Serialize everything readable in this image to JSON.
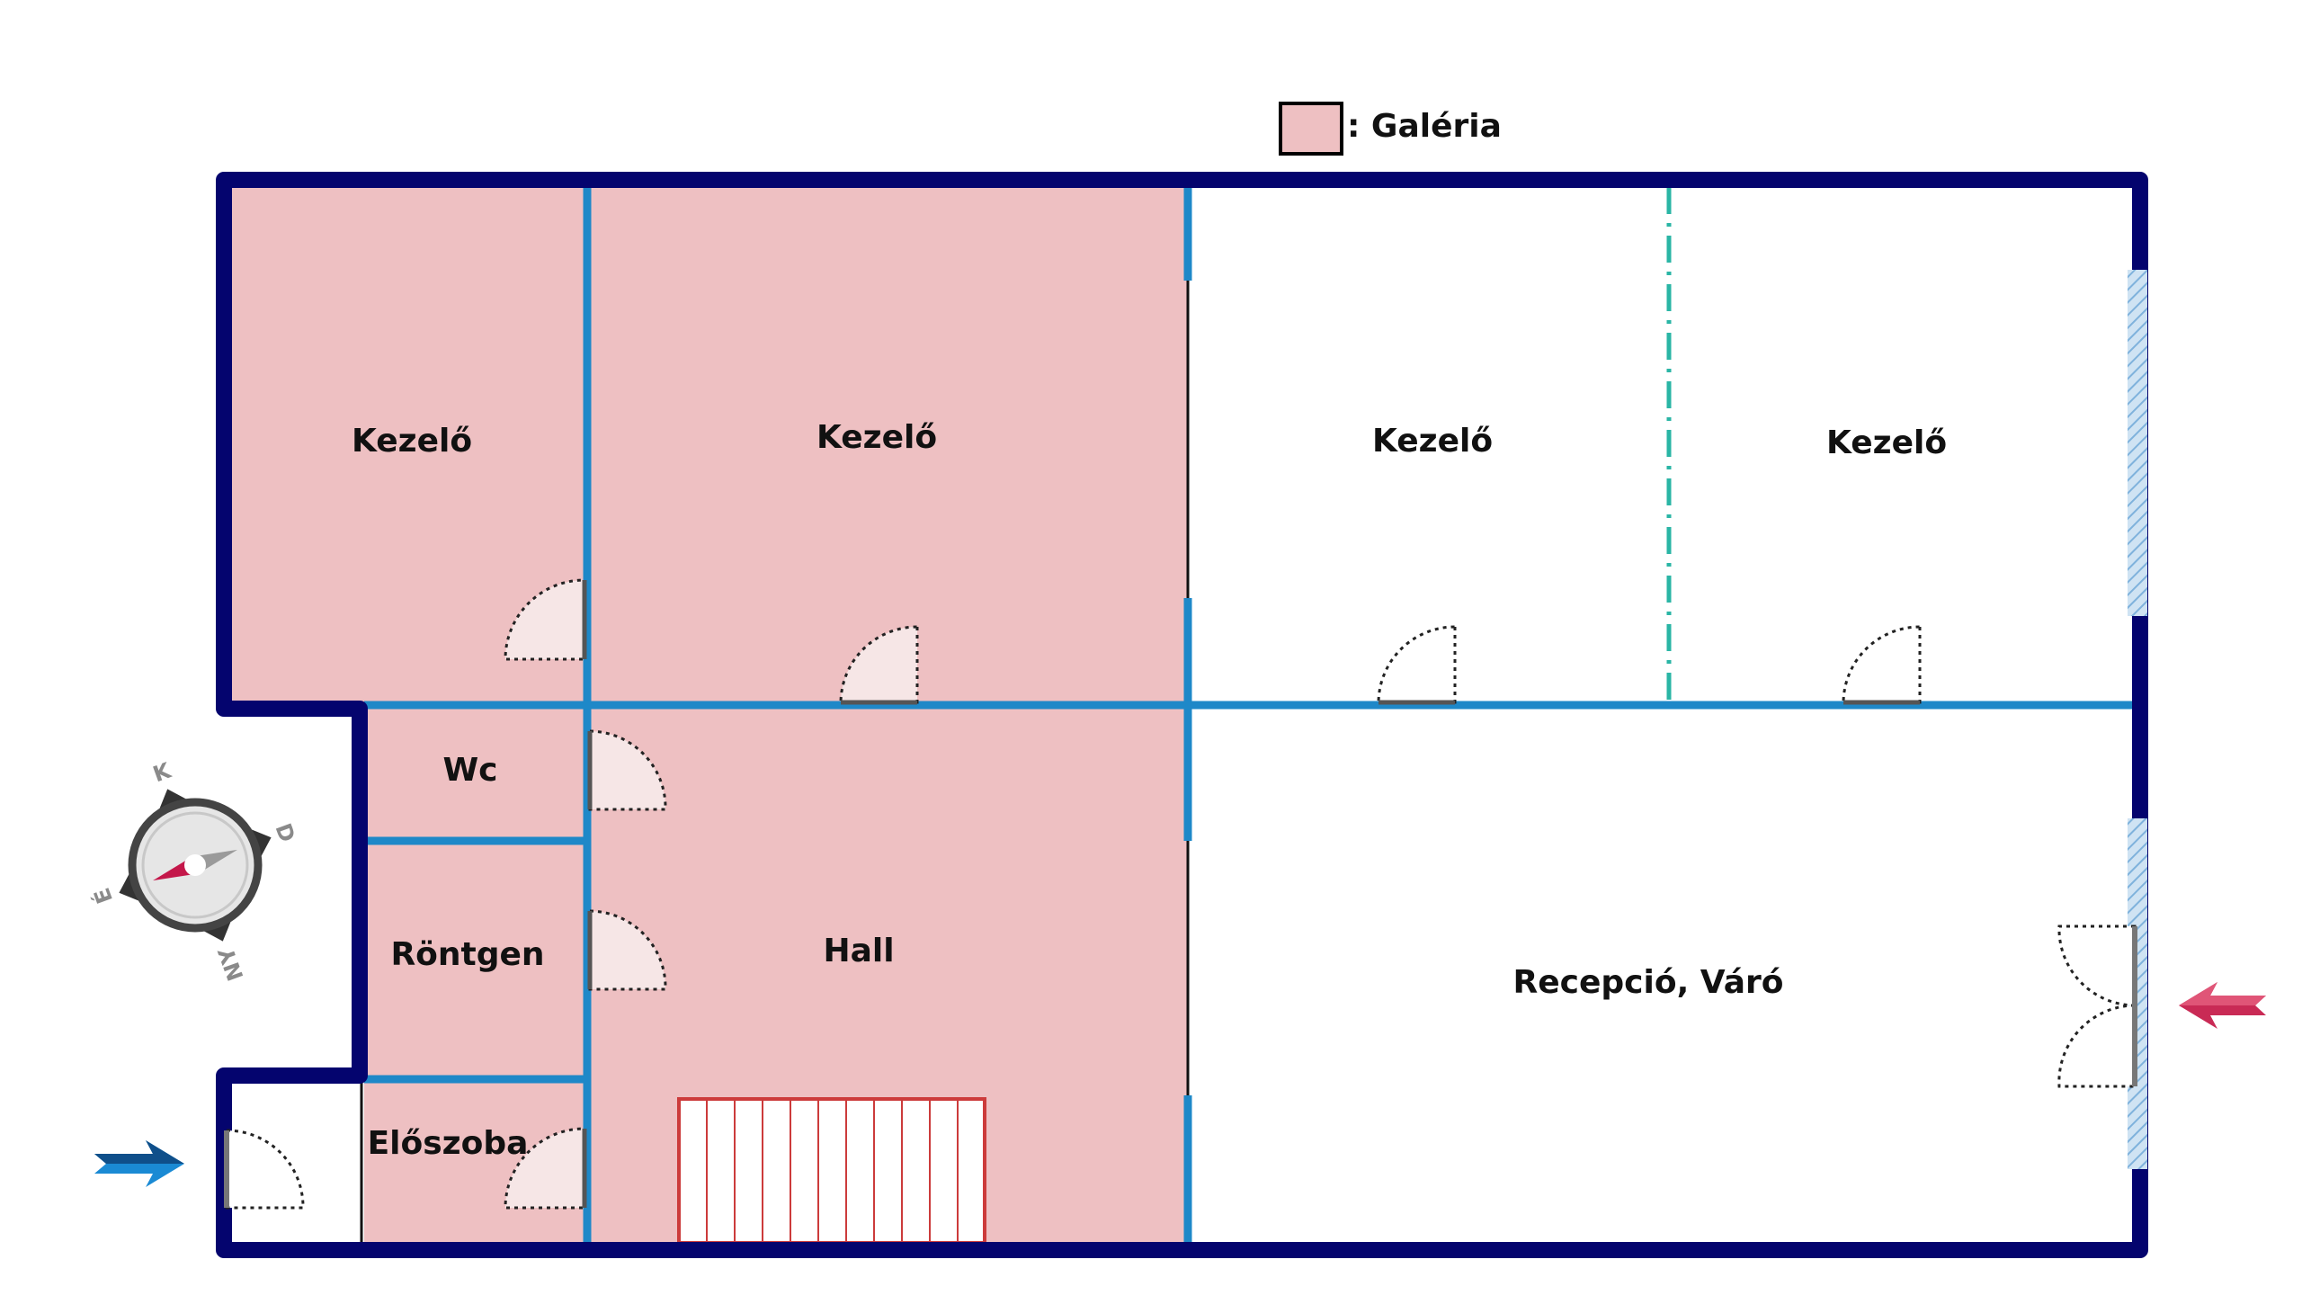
{
  "legend": {
    "label": ": Galéria",
    "swatch_color": "#eec0c2"
  },
  "rooms": {
    "kezelo_1": "Kezelő",
    "kezelo_2": "Kezelő",
    "kezelo_3": "Kezelő",
    "kezelo_4": "Kezelő",
    "wc": "Wc",
    "rontgen": "Röntgen",
    "eloszoba": "Előszoba",
    "hall": "Hall",
    "recepcio": "Recepció, Váró"
  },
  "compass": {
    "north": "K",
    "east": "D",
    "south": "NY",
    "west": "É"
  },
  "colors": {
    "outer_wall": "#04046e",
    "inner_wall": "#1e88c8",
    "gallery_fill": "#eec0c2",
    "window": "#a9cbe8",
    "stair": "#cc3b3b",
    "dashdot": "#2ab5a5",
    "entry_arrow_left": "#1a73c4",
    "entry_arrow_right": "#d6325a"
  }
}
